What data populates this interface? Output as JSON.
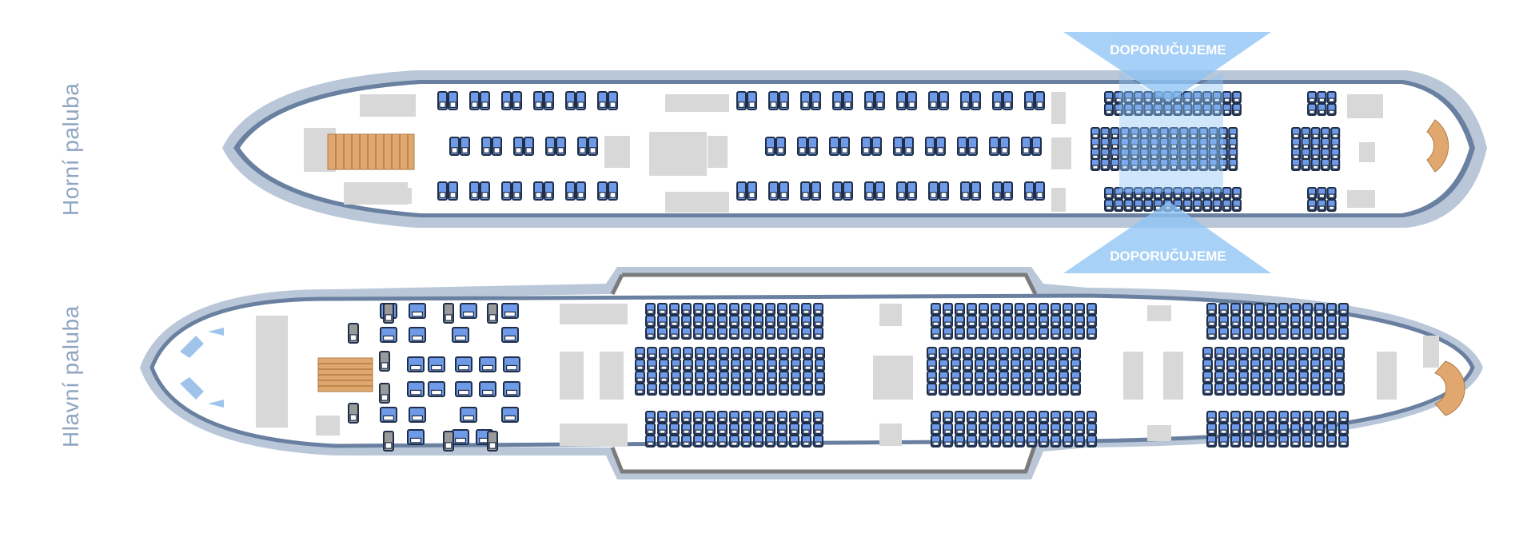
{
  "decks": {
    "upper": {
      "label": "Horní paluba"
    },
    "main": {
      "label": "Hlavní paluba"
    }
  },
  "recommendation": {
    "label_top": "DOPORUČUJEME",
    "label_bottom": "DOPORUČUJEME"
  },
  "colors": {
    "seat_fill": "#6f9ae8",
    "seat_outline": "#1f2f4a",
    "crew_seat_fill": "#9a9a9a",
    "hull_outer": "#b9c7d9",
    "hull_inner": "#6a80a0",
    "galley": "#d8d8d8",
    "stairs": "#e0a86e",
    "highlight": "#8ec4f5",
    "label": "#8fa6c1"
  },
  "icons": [
    "seat-icon",
    "stairs-icon"
  ]
}
